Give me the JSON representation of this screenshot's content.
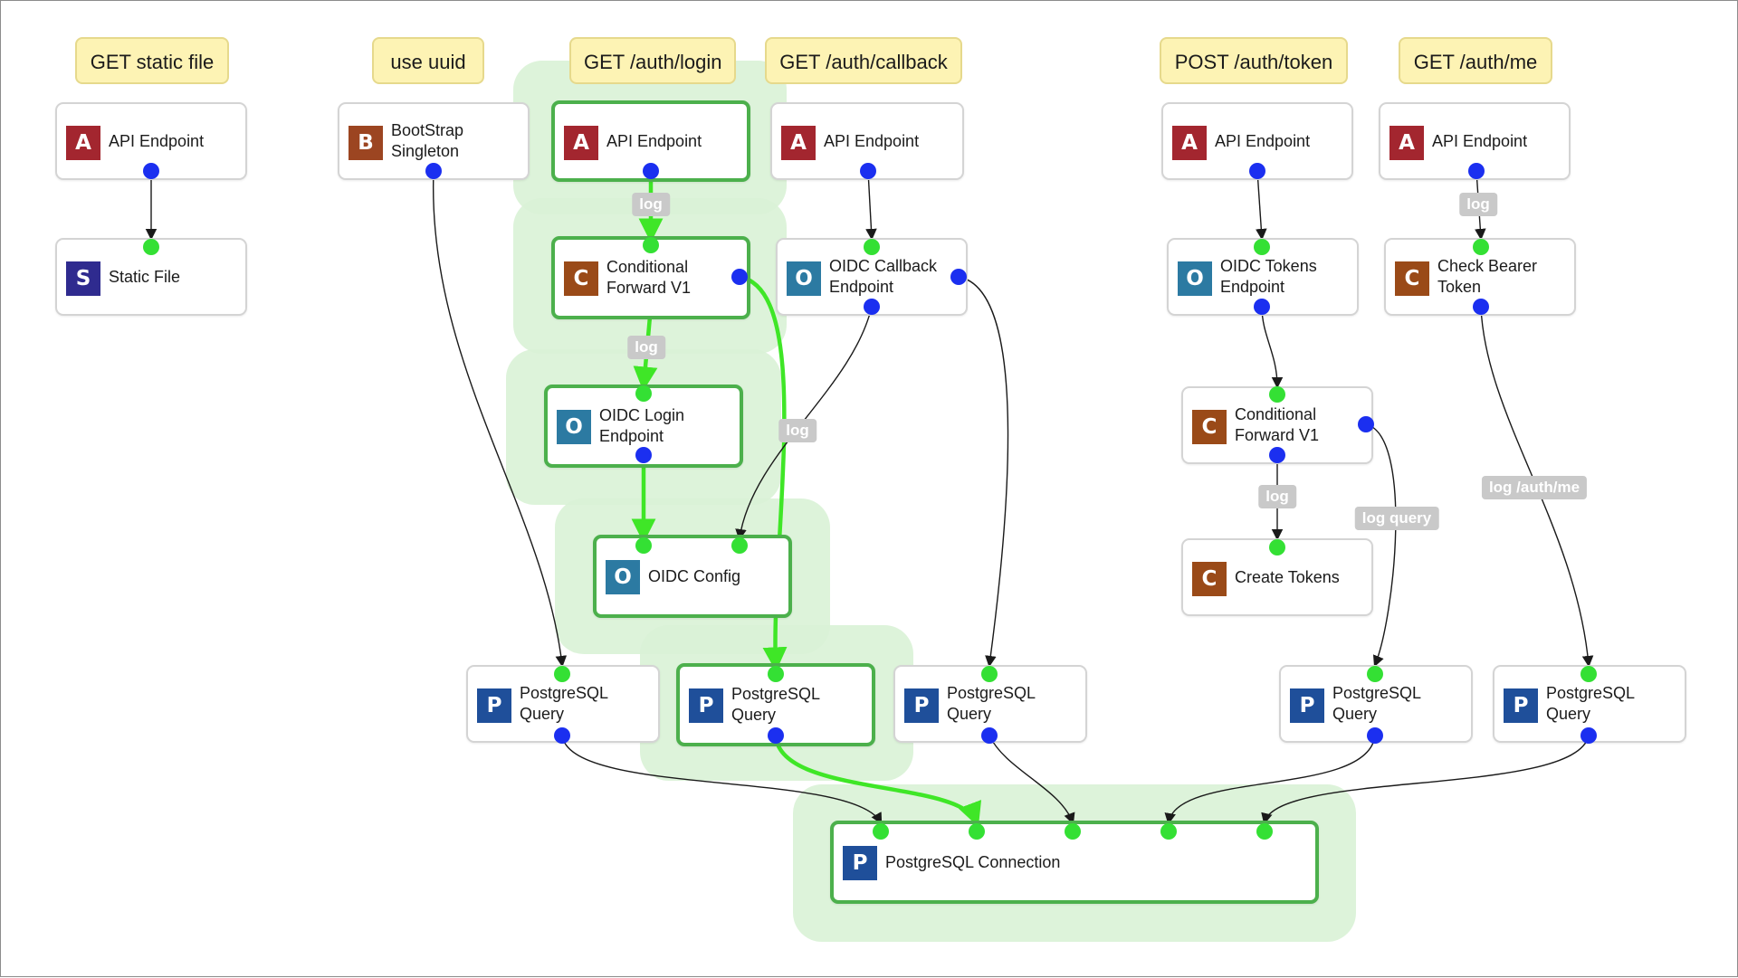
{
  "colors": {
    "A": "#a3262f",
    "B": "#9c4521",
    "S": "#2f2b8f",
    "C": "#9a4a18",
    "O": "#2c7aa2",
    "P": "#1f4f9a",
    "active_edge": "#3fe627",
    "edge": "#1a1a1a",
    "port_in": "#34e034",
    "port_out": "#1b2ff0"
  },
  "groups": [
    {
      "id": "g1",
      "label": "GET static file"
    },
    {
      "id": "g2",
      "label": "use uuid"
    },
    {
      "id": "g3",
      "label": "GET /auth/login"
    },
    {
      "id": "g4",
      "label": "GET /auth/callback"
    },
    {
      "id": "g5",
      "label": "POST /auth/token"
    },
    {
      "id": "g6",
      "label": "GET /auth/me"
    }
  ],
  "nodes": [
    {
      "id": "n1",
      "kind": "A",
      "title": "API Endpoint",
      "selected": false
    },
    {
      "id": "n2",
      "kind": "S",
      "title": "Static File",
      "selected": false
    },
    {
      "id": "n3",
      "kind": "B",
      "title": "BootStrap\nSingleton",
      "selected": false
    },
    {
      "id": "n4",
      "kind": "A",
      "title": "API Endpoint",
      "selected": true
    },
    {
      "id": "n5",
      "kind": "C",
      "title": "Conditional\nForward V1",
      "selected": true
    },
    {
      "id": "n6",
      "kind": "O",
      "title": "OIDC Login\nEndpoint",
      "selected": true
    },
    {
      "id": "n7",
      "kind": "O",
      "title": "OIDC Config",
      "selected": true
    },
    {
      "id": "n8",
      "kind": "A",
      "title": "API Endpoint",
      "selected": false
    },
    {
      "id": "n9",
      "kind": "O",
      "title": "OIDC Callback\nEndpoint",
      "selected": false
    },
    {
      "id": "n10",
      "kind": "A",
      "title": "API Endpoint",
      "selected": false
    },
    {
      "id": "n11",
      "kind": "O",
      "title": "OIDC Tokens\nEndpoint",
      "selected": false
    },
    {
      "id": "n12",
      "kind": "C",
      "title": "Conditional\nForward V1",
      "selected": false
    },
    {
      "id": "n13",
      "kind": "C",
      "title": "Create Tokens",
      "selected": false
    },
    {
      "id": "n14",
      "kind": "A",
      "title": "API Endpoint",
      "selected": false
    },
    {
      "id": "n15",
      "kind": "C",
      "title": "Check Bearer\nToken",
      "selected": false
    },
    {
      "id": "n16",
      "kind": "P",
      "title": "PostgreSQL\nQuery",
      "selected": false
    },
    {
      "id": "n17",
      "kind": "P",
      "title": "PostgreSQL\nQuery",
      "selected": true
    },
    {
      "id": "n18",
      "kind": "P",
      "title": "PostgreSQL\nQuery",
      "selected": false
    },
    {
      "id": "n19",
      "kind": "P",
      "title": "PostgreSQL\nQuery",
      "selected": false
    },
    {
      "id": "n20",
      "kind": "P",
      "title": "PostgreSQL\nQuery",
      "selected": false
    },
    {
      "id": "n21",
      "kind": "P",
      "title": "PostgreSQL Connection",
      "selected": true
    }
  ],
  "edges": [
    {
      "id": "e1",
      "from": "n1",
      "to": "n2",
      "label": "",
      "active": false
    },
    {
      "id": "e2",
      "from": "n3",
      "to": "n16",
      "label": "",
      "active": false
    },
    {
      "id": "e3",
      "from": "n4",
      "to": "n5",
      "label": "log",
      "active": true
    },
    {
      "id": "e4",
      "from": "n5",
      "to": "n6",
      "label": "log",
      "active": true
    },
    {
      "id": "e5",
      "from": "n6",
      "to": "n7",
      "label": "",
      "active": true
    },
    {
      "id": "e6",
      "from": "n5",
      "to": "n17",
      "label": "",
      "active": true
    },
    {
      "id": "e7",
      "from": "n8",
      "to": "n9",
      "label": "",
      "active": false
    },
    {
      "id": "e8",
      "from": "n9",
      "to": "n7",
      "label": "log",
      "active": false
    },
    {
      "id": "e9",
      "from": "n9",
      "to": "n18",
      "label": "",
      "active": false
    },
    {
      "id": "e10",
      "from": "n10",
      "to": "n11",
      "label": "",
      "active": false
    },
    {
      "id": "e11",
      "from": "n11",
      "to": "n12",
      "label": "",
      "active": false
    },
    {
      "id": "e12",
      "from": "n12",
      "to": "n13",
      "label": "log",
      "active": false
    },
    {
      "id": "e13",
      "from": "n12",
      "to": "n19",
      "label": "log query",
      "active": false
    },
    {
      "id": "e14",
      "from": "n14",
      "to": "n15",
      "label": "log",
      "active": false
    },
    {
      "id": "e15",
      "from": "n15",
      "to": "n20",
      "label": "log /auth/me",
      "active": false
    },
    {
      "id": "e16",
      "from": "n16",
      "to": "n21",
      "label": "",
      "active": false
    },
    {
      "id": "e17",
      "from": "n17",
      "to": "n21",
      "label": "",
      "active": true
    },
    {
      "id": "e18",
      "from": "n18",
      "to": "n21",
      "label": "",
      "active": false
    },
    {
      "id": "e19",
      "from": "n19",
      "to": "n21",
      "label": "",
      "active": false
    },
    {
      "id": "e20",
      "from": "n20",
      "to": "n21",
      "label": "",
      "active": false
    }
  ]
}
